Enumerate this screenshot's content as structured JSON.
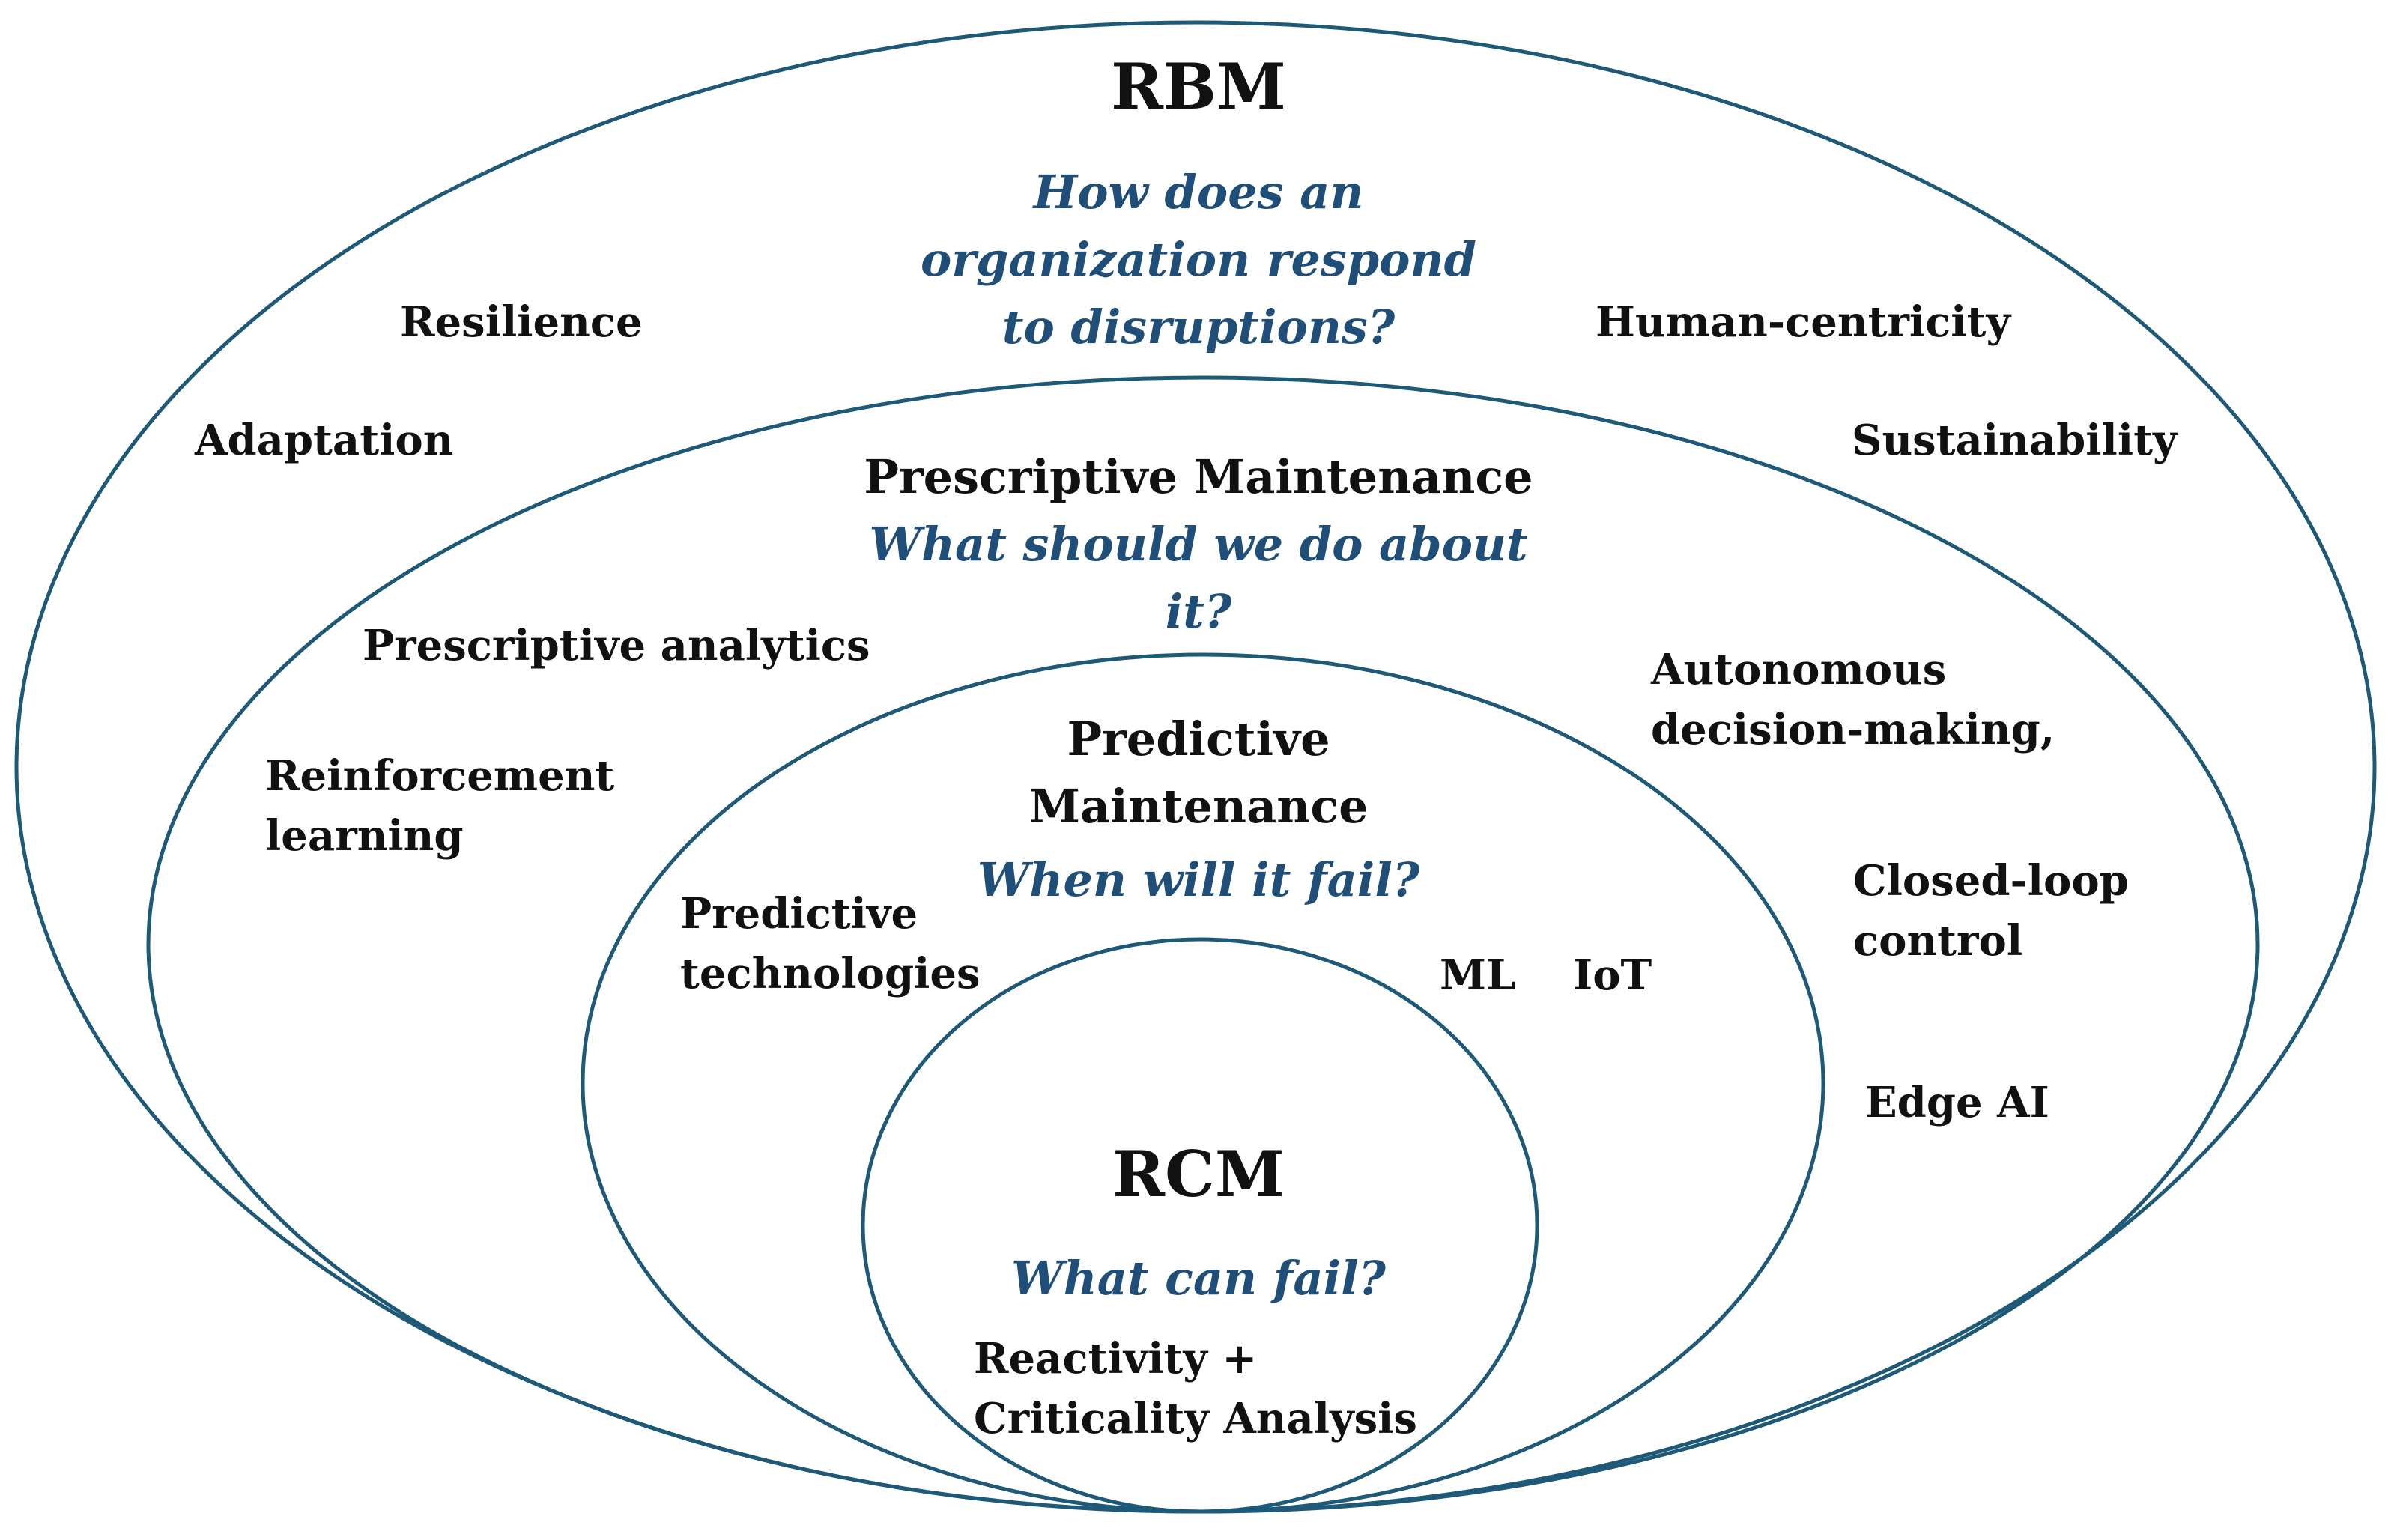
{
  "colors": {
    "ellipse_stroke": "#1e5a78",
    "question_text": "#1f4e79",
    "label_text": "#111111"
  },
  "rbm": {
    "title": "RBM",
    "question_lines": [
      "How does an",
      "organization respond",
      "to disruptions?"
    ],
    "keywords": {
      "resilience": "Resilience",
      "adaptation": "Adaptation",
      "human_centricity": "Human-centricity",
      "sustainability": "Sustainability"
    }
  },
  "prescriptive": {
    "title": "Prescriptive Maintenance",
    "question_lines": [
      "What should we do about",
      "it?"
    ],
    "keywords": {
      "analytics": "Prescriptive analytics",
      "rl_lines": [
        "Reinforcement",
        "learning"
      ],
      "autonomous_lines": [
        "Autonomous",
        "decision-making,"
      ],
      "closed_loop_lines": [
        "Closed-loop",
        "control"
      ],
      "edge_ai": "Edge AI"
    }
  },
  "predictive": {
    "title_lines": [
      "Predictive",
      "Maintenance"
    ],
    "question": "When will it fail?",
    "keywords": {
      "tech_lines": [
        "Predictive",
        "technologies"
      ],
      "ml": "ML",
      "iot": "IoT"
    }
  },
  "rcm": {
    "title": "RCM",
    "question": "What can fail?",
    "keywords_lines": [
      "Reactivity +",
      "Criticality Analysis"
    ]
  }
}
